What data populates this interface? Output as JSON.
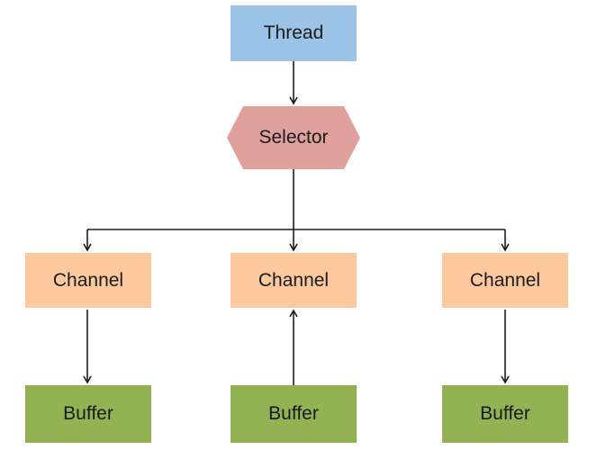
{
  "colors": {
    "thread": "#9cc3e5",
    "selector": "#e0a09c",
    "channel": "#fcc99e",
    "buffer": "#92b254",
    "line": "#1a1a1a"
  },
  "nodes": {
    "thread": "Thread",
    "selector": "Selector",
    "channels": [
      "Channel",
      "Channel",
      "Channel"
    ],
    "buffers": [
      "Buffer",
      "Buffer",
      "Buffer"
    ]
  }
}
